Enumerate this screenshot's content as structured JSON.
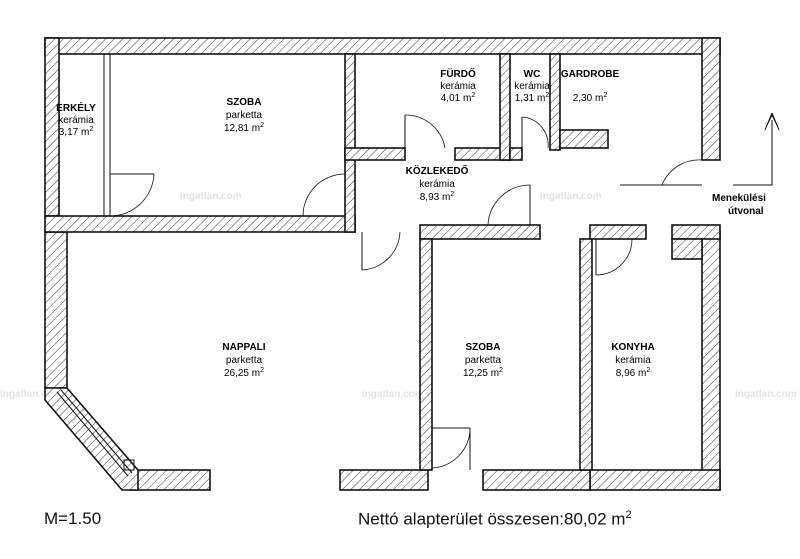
{
  "rooms": {
    "erkely": {
      "name": "ERKÉLY",
      "material": "kerámia",
      "area": "3,17 m",
      "unit_sup": "2"
    },
    "szoba1": {
      "name": "SZOBA",
      "material": "parketta",
      "area": "12,81 m",
      "unit_sup": "2"
    },
    "furdo": {
      "name": "FÜRDŐ",
      "material": "kerámia",
      "area": "4,01 m",
      "unit_sup": "2"
    },
    "wc": {
      "name": "WC",
      "material": "kerámia",
      "area": "1,31 m",
      "unit_sup": "2"
    },
    "gardrobe": {
      "name": "GARDROBE",
      "material": "",
      "area": "2,30 m",
      "unit_sup": "2"
    },
    "kozlekedo": {
      "name": "KÖZLEKEDŐ",
      "material": "kerámia",
      "area": "8,93 m",
      "unit_sup": "2"
    },
    "nappali": {
      "name": "NAPPALI",
      "material": "parketta",
      "area": "26,25 m",
      "unit_sup": "2"
    },
    "szoba2": {
      "name": "SZOBA",
      "material": "parketta",
      "area": "12,25 m",
      "unit_sup": "2"
    },
    "konyha": {
      "name": "KONYHA",
      "material": "kerámia",
      "area": "8,96 m",
      "unit_sup": "2"
    }
  },
  "escape": {
    "line1": "Menekülési",
    "line2": "útvonal"
  },
  "scale": "M=1.50",
  "net_area": {
    "text": "Nettó alapterület összesen:80,02 m",
    "sup": "2"
  },
  "watermark": "ingatlan.com",
  "colors": {
    "ink": "#111111",
    "watermark": "#e2e2e2",
    "background": "#ffffff"
  }
}
